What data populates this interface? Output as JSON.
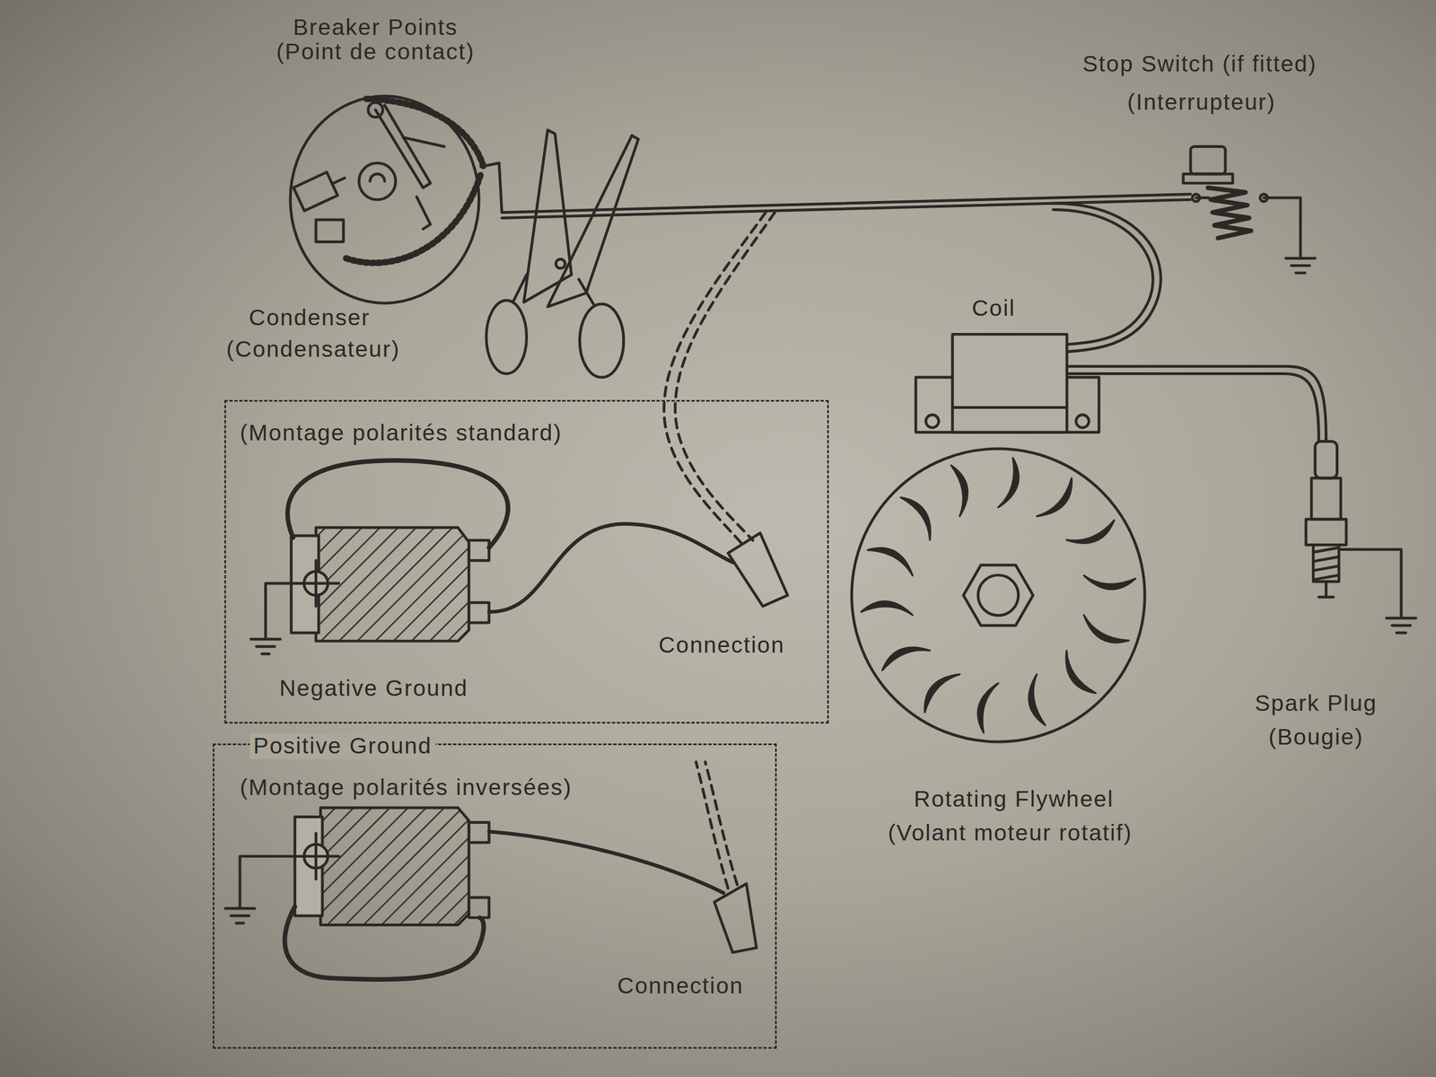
{
  "diagram": {
    "nodes": [
      {
        "text": [
          "(Montage polarités standard)",
          "Negative Ground",
          "Connection"
        ]
      },
      {
        "text": [
          "Positive Ground",
          "(Montage polarités inversées)",
          "Connection"
        ]
      }
    ],
    "labels": [
      "Breaker Points",
      "(Point de contact)",
      "Stop Switch (if fitted)",
      "(Interrupteur)",
      "Condenser",
      "(Condensateur)",
      "Coil",
      "Rotating Flywheel",
      "(Volant moteur rotatif)",
      "Spark Plug",
      "(Bougie)"
    ]
  }
}
